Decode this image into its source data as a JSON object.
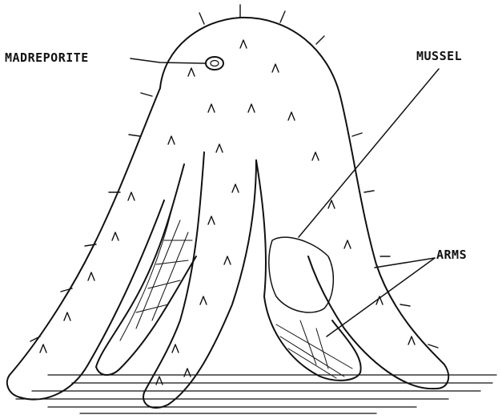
{
  "labels": {
    "madreporite": "MADREPORITE",
    "mussel": "MUSSEL",
    "arms": "ARMS"
  },
  "colors": {
    "ink": "#111111",
    "paper": "#ffffff"
  }
}
